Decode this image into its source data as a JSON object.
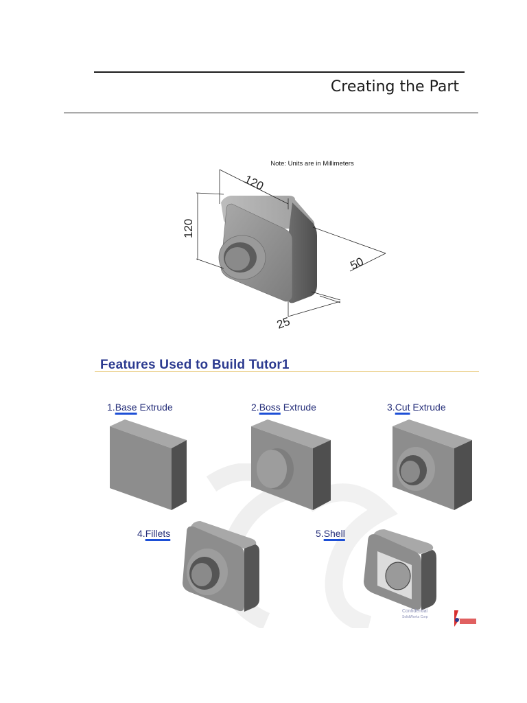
{
  "header": {
    "title": "Creating the Part"
  },
  "drawing": {
    "note": "Note: Units are in Millimeters",
    "dimensions": {
      "width": "120",
      "height": "120",
      "depth": "50",
      "boss_depth": "25"
    }
  },
  "slide": {
    "title": "Features  Used to Build  Tutor1",
    "steps": [
      {
        "prefix": "1.",
        "keyword": "Base",
        "rest": " Extrude"
      },
      {
        "prefix": "2.",
        "keyword": "Boss",
        "rest": " Extrude"
      },
      {
        "prefix": "3.",
        "keyword": "Cut",
        "rest": " Extrude"
      },
      {
        "prefix": "4.",
        "keyword": "Fillets",
        "rest": ""
      },
      {
        "prefix": "5.",
        "keyword": "Shell",
        "rest": ""
      }
    ],
    "footer_text": "Confidential",
    "footer_subtext": "SolidWorks Corp",
    "colors": {
      "title": "#2b3a8f",
      "underline": "#1d4fd6",
      "rule": "#e5c36a",
      "part_face": "#8e8e8e",
      "part_side": "#5a5a5a"
    }
  }
}
